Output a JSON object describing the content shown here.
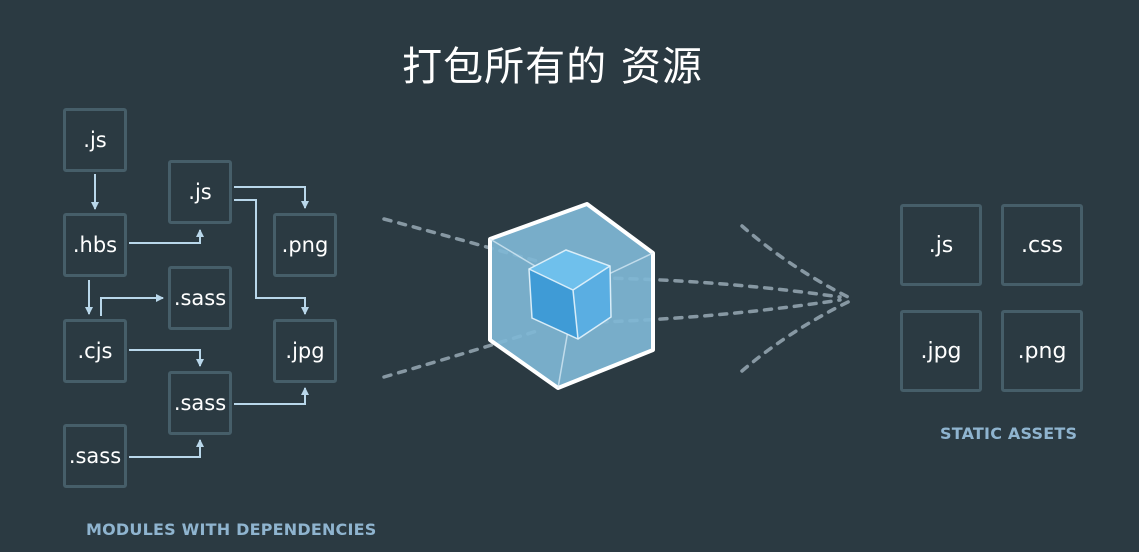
{
  "title": "打包所有的 资源",
  "modules": {
    "js1": ".js",
    "hbs": ".hbs",
    "js2": ".js",
    "png": ".png",
    "sass1": ".sass",
    "cjs": ".cjs",
    "jpg": ".jpg",
    "sass2": ".sass",
    "sass3": ".sass"
  },
  "assets": {
    "js": ".js",
    "css": ".css",
    "jpg": ".jpg",
    "png": ".png"
  },
  "captions": {
    "modules": "MODULES WITH DEPENDENCIES",
    "assets": "STATIC ASSETS"
  },
  "colors": {
    "background": "#2b3a42",
    "box_border": "#465e69",
    "arrow": "#b9d7ea",
    "caption": "#8fb4cf",
    "cube_outer": "#8ec3e0",
    "cube_inner": "#4fa6dc"
  }
}
